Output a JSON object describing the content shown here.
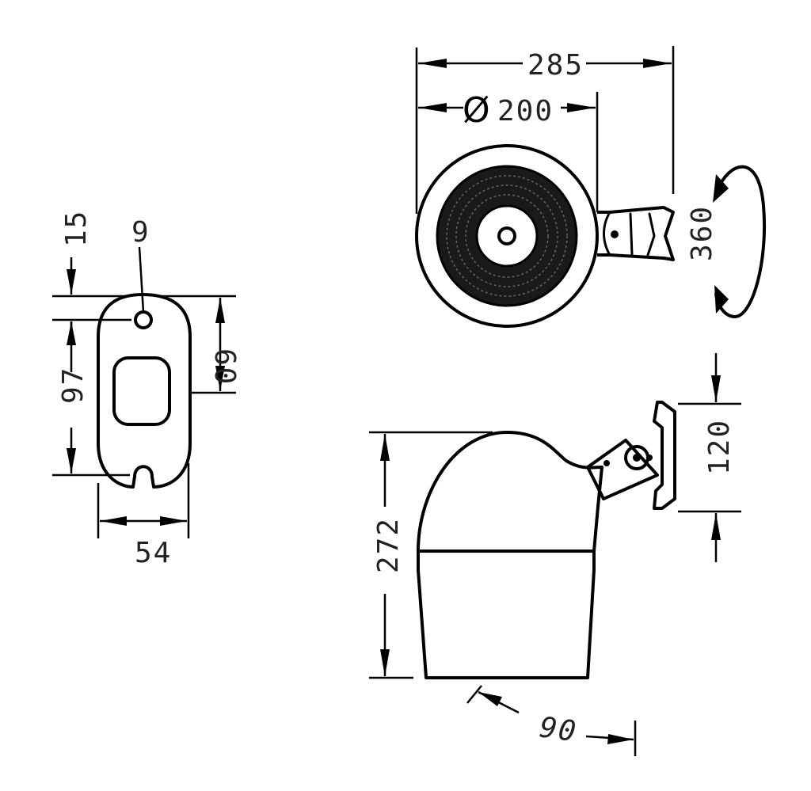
{
  "dimensions": {
    "overall_width": "285",
    "diameter_symbol": "Ø",
    "diameter": "200",
    "rotation": "360",
    "bracket_height": "120",
    "total_height": "272",
    "tilt_angle": "90",
    "plate_top_offset": "15",
    "hole_diameter": "9",
    "plate_upper_height": "60",
    "hole_spacing": "97",
    "plate_width": "54"
  }
}
